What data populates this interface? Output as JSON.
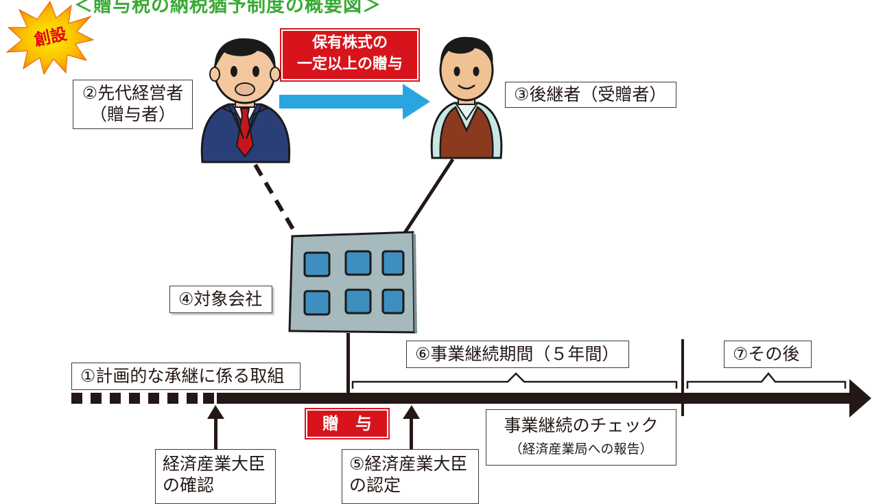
{
  "title": "＜贈与税の納税猶予制度の概要図＞",
  "badge": "創設",
  "gift_label": "保有株式の\n一定以上の贈与",
  "predecessor": "②先代経営者\n（贈与者）",
  "successor": "③後継者（受贈者）",
  "company": "④対象会社",
  "step1": "①計画的な承継に係る取組",
  "period": "⑥事業継続期間（５年間）",
  "after": "⑦その後",
  "gift_marker": "贈　与",
  "check_title": "事業継続のチェック",
  "check_sub": "（経済産業局への報告）",
  "confirm": "経済産業大臣\nの確認",
  "certify": "⑤経済産業大臣\nの認定",
  "colors": {
    "accent_green": "#3aa935",
    "red": "#d7141c",
    "arrow_blue": "#29a6e0",
    "line": "#231815",
    "badge_yellow": "#f7b000",
    "building": "#a6b9bd"
  }
}
